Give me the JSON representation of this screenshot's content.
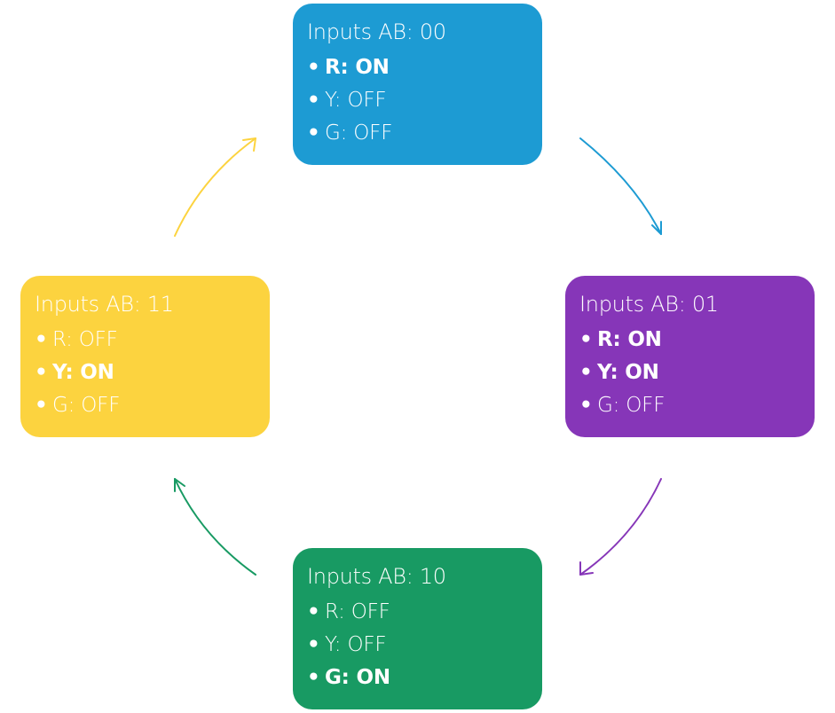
{
  "colors": {
    "state_00": "#1d9bd3",
    "state_01": "#8636b8",
    "state_10": "#189a63",
    "state_11": "#fcd33f"
  },
  "states": [
    {
      "id": "00",
      "title": "Inputs AB: 00",
      "lights": [
        {
          "text": "R: ON",
          "on": true
        },
        {
          "text": "Y: OFF",
          "on": false
        },
        {
          "text": "G: OFF",
          "on": false
        }
      ]
    },
    {
      "id": "01",
      "title": "Inputs AB: 01",
      "lights": [
        {
          "text": "R: ON",
          "on": true
        },
        {
          "text": "Y: ON",
          "on": true
        },
        {
          "text": "G: OFF",
          "on": false
        }
      ]
    },
    {
      "id": "10",
      "title": "Inputs AB: 10",
      "lights": [
        {
          "text": "R: OFF",
          "on": false
        },
        {
          "text": "Y: OFF",
          "on": false
        },
        {
          "text": "G: ON",
          "on": true
        }
      ]
    },
    {
      "id": "11",
      "title": "Inputs AB: 11",
      "lights": [
        {
          "text": "R: OFF",
          "on": false
        },
        {
          "text": "Y: ON",
          "on": true
        },
        {
          "text": "G: OFF",
          "on": false
        }
      ]
    }
  ],
  "transitions": [
    {
      "from": "00",
      "to": "01"
    },
    {
      "from": "01",
      "to": "10"
    },
    {
      "from": "10",
      "to": "11"
    },
    {
      "from": "11",
      "to": "00"
    }
  ]
}
